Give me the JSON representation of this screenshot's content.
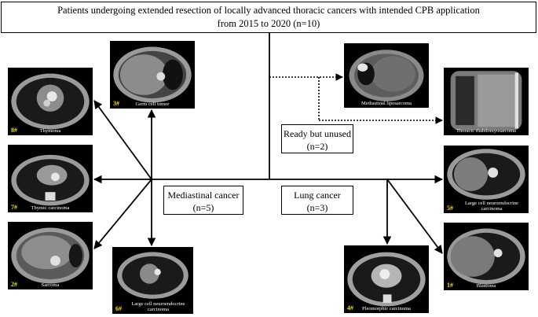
{
  "title_line1": "Patients undergoing extended resection of locally advanced thoracic cancers with intended CPB application",
  "title_line2": "from 2015 to 2020 (n=10)",
  "categories": {
    "unused": {
      "label": "Ready but unused",
      "count": "(n=2)"
    },
    "mediastinal": {
      "label": "Mediastinal cancer",
      "count": "(n=5)"
    },
    "lung": {
      "label": "Lung cancer",
      "count": "(n=3)"
    }
  },
  "cases": [
    {
      "id": "mediastinal-liposarcoma",
      "caption": "Mediastinal liposarcoma",
      "number": ""
    },
    {
      "id": "thoracic-rhabdomyosarcoma",
      "caption": "Thoracic rhabdomyosarcoma",
      "number": ""
    },
    {
      "id": "germ-cell-tumor",
      "caption": "Germ cell tumor",
      "number": "3#"
    },
    {
      "id": "thymoma",
      "caption": "Thymoma",
      "number": "8#"
    },
    {
      "id": "thymic-carcinoma",
      "caption": "Thymic carcinoma",
      "number": "7#"
    },
    {
      "id": "sarcoma",
      "caption": "Sarcoma",
      "number": "2#"
    },
    {
      "id": "lcnec-mediastinal",
      "caption": "Large cell neuroendocrine carcinoma",
      "number": "6#"
    },
    {
      "id": "lcnec-lung",
      "caption": "Large cell neuroendocrine carcinoma",
      "number": "5#"
    },
    {
      "id": "pleomorphic-carcinoma",
      "caption": "Pleomorphic carcinoma",
      "number": "4#"
    },
    {
      "id": "blastoma",
      "caption": "Blastoma",
      "number": "1#"
    }
  ]
}
